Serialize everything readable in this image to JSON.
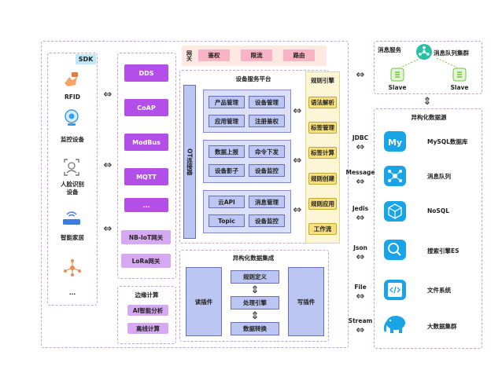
{
  "sdk": {
    "badge": "SDK",
    "devices": [
      {
        "label": "RFID",
        "icon": "rfid-hand-icon"
      },
      {
        "label": "监控设备",
        "icon": "camera-icon"
      },
      {
        "label": "人脸识别\n设备",
        "icon": "face-scan-icon"
      },
      {
        "label": "智能家居",
        "icon": "router-icon"
      },
      {
        "label": "...",
        "icon": "network-icon"
      }
    ]
  },
  "protocols": [
    "DDS",
    "CoAP",
    "ModBus",
    "MQTT",
    "..."
  ],
  "gateways": [
    "NB-IoT网关",
    "LoRa网关"
  ],
  "edge": {
    "title": "边缘计算",
    "items": [
      "AI智能分析",
      "离线计算"
    ]
  },
  "gateway": {
    "title": "网关",
    "items": [
      "鉴权",
      "限流",
      "路由"
    ]
  },
  "platform": {
    "title": "设备服务平台",
    "ot_connector": "OT连接器",
    "groups": [
      [
        "产品管理",
        "设备管理",
        "应用管理",
        "注册鉴权"
      ],
      [
        "数据上报",
        "命令下发",
        "设备影子",
        "设备监控"
      ],
      [
        "云API",
        "消息管理",
        "Topic",
        "设备监控"
      ]
    ]
  },
  "rules": {
    "title": "规则引擎",
    "items": [
      "语法解析",
      "标签管理",
      "标签计算",
      "规则创建",
      "规则应用",
      "工作流"
    ]
  },
  "integration": {
    "title": "异构化数据集成",
    "reader": "读插件",
    "writer": "写插件",
    "steps": [
      "规则定义",
      "处理引擎",
      "数据转换"
    ]
  },
  "message_service": {
    "title": "消息服务",
    "cluster": "消息队列集群",
    "slaves": [
      "Slave",
      "Slave"
    ]
  },
  "storage": {
    "title": "异构化数据源",
    "items": [
      {
        "label": "MySQL数据库",
        "icon": "mysql-icon",
        "link": "JDBC"
      },
      {
        "label": "消息队列",
        "icon": "message-queue-icon",
        "link": "Message"
      },
      {
        "label": "NoSQL",
        "icon": "nosql-cube-icon",
        "link": "Jedis"
      },
      {
        "label": "搜索引擎ES",
        "icon": "search-engine-icon",
        "link": "Json"
      },
      {
        "label": "文件系统",
        "icon": "code-file-icon",
        "link": "File"
      },
      {
        "label": "大数据集群",
        "icon": "elephant-icon",
        "link": "Stream"
      }
    ]
  },
  "colors": {
    "purple": "#b44ee8",
    "yellow": "#f7e07e",
    "pink": "#f7b4c6",
    "blue": "#bcc6f2",
    "dash": "#c9a0dc",
    "teal": "#2bbfa4",
    "green": "#6ac83a"
  }
}
